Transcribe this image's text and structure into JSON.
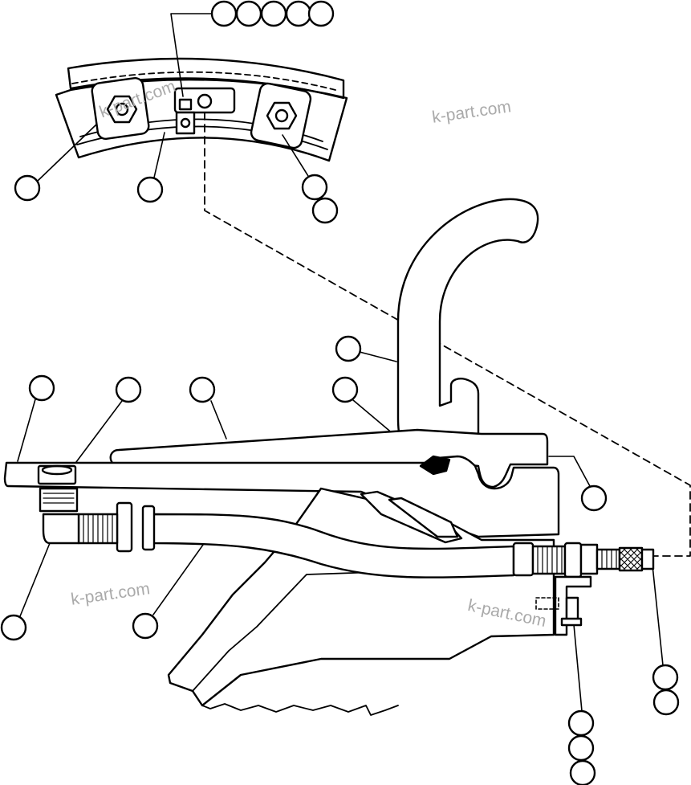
{
  "watermark": {
    "text": "k-part.com",
    "color": "#aaaaaa"
  },
  "diagram": {
    "line_color": "#000000",
    "background": "#ffffff",
    "callout_bubbles": "empty circles, no printed reference numbers",
    "dashed_leader": "connects nozzle ring detail to hose fitting"
  }
}
